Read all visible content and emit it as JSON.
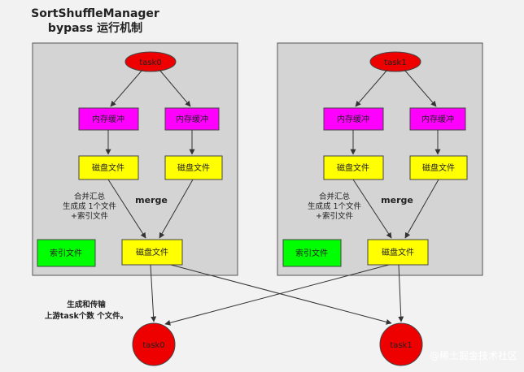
{
  "title": {
    "line1": "SortShuffleManager",
    "line2": "bypass 运行机制"
  },
  "panels": [
    {
      "task_label": "task0",
      "buffers": [
        "内存缓冲",
        "内存缓冲"
      ],
      "disk_files": [
        "磁盘文件",
        "磁盘文件"
      ],
      "merge_note": [
        "合并汇总",
        "生成成 1个文件",
        "+索引文件"
      ],
      "merge_label": "merge",
      "index_file": "索引文件",
      "merged_file": "磁盘文件"
    },
    {
      "task_label": "task1",
      "buffers": [
        "内存缓冲",
        "内存缓冲"
      ],
      "disk_files": [
        "磁盘文件",
        "磁盘文件"
      ],
      "merge_note": [
        "合并汇总",
        "生成成 1个文件",
        "+索引文件"
      ],
      "merge_label": "merge",
      "index_file": "索引文件",
      "merged_file": "磁盘文件"
    }
  ],
  "bottom_note": [
    "生成和传输",
    "上游task个数 个文件。"
  ],
  "downstream_tasks": [
    "task0",
    "task1"
  ],
  "watermark": "@稀土掘金技术社区",
  "colors": {
    "background": "#f2f2f2",
    "panel_fill": "#d4d4d4",
    "task_fill": "#ee0000",
    "buffer_fill": "#ff00ff",
    "disk_fill": "#ffff00",
    "index_fill": "#00ff00",
    "stroke": "#333333"
  }
}
